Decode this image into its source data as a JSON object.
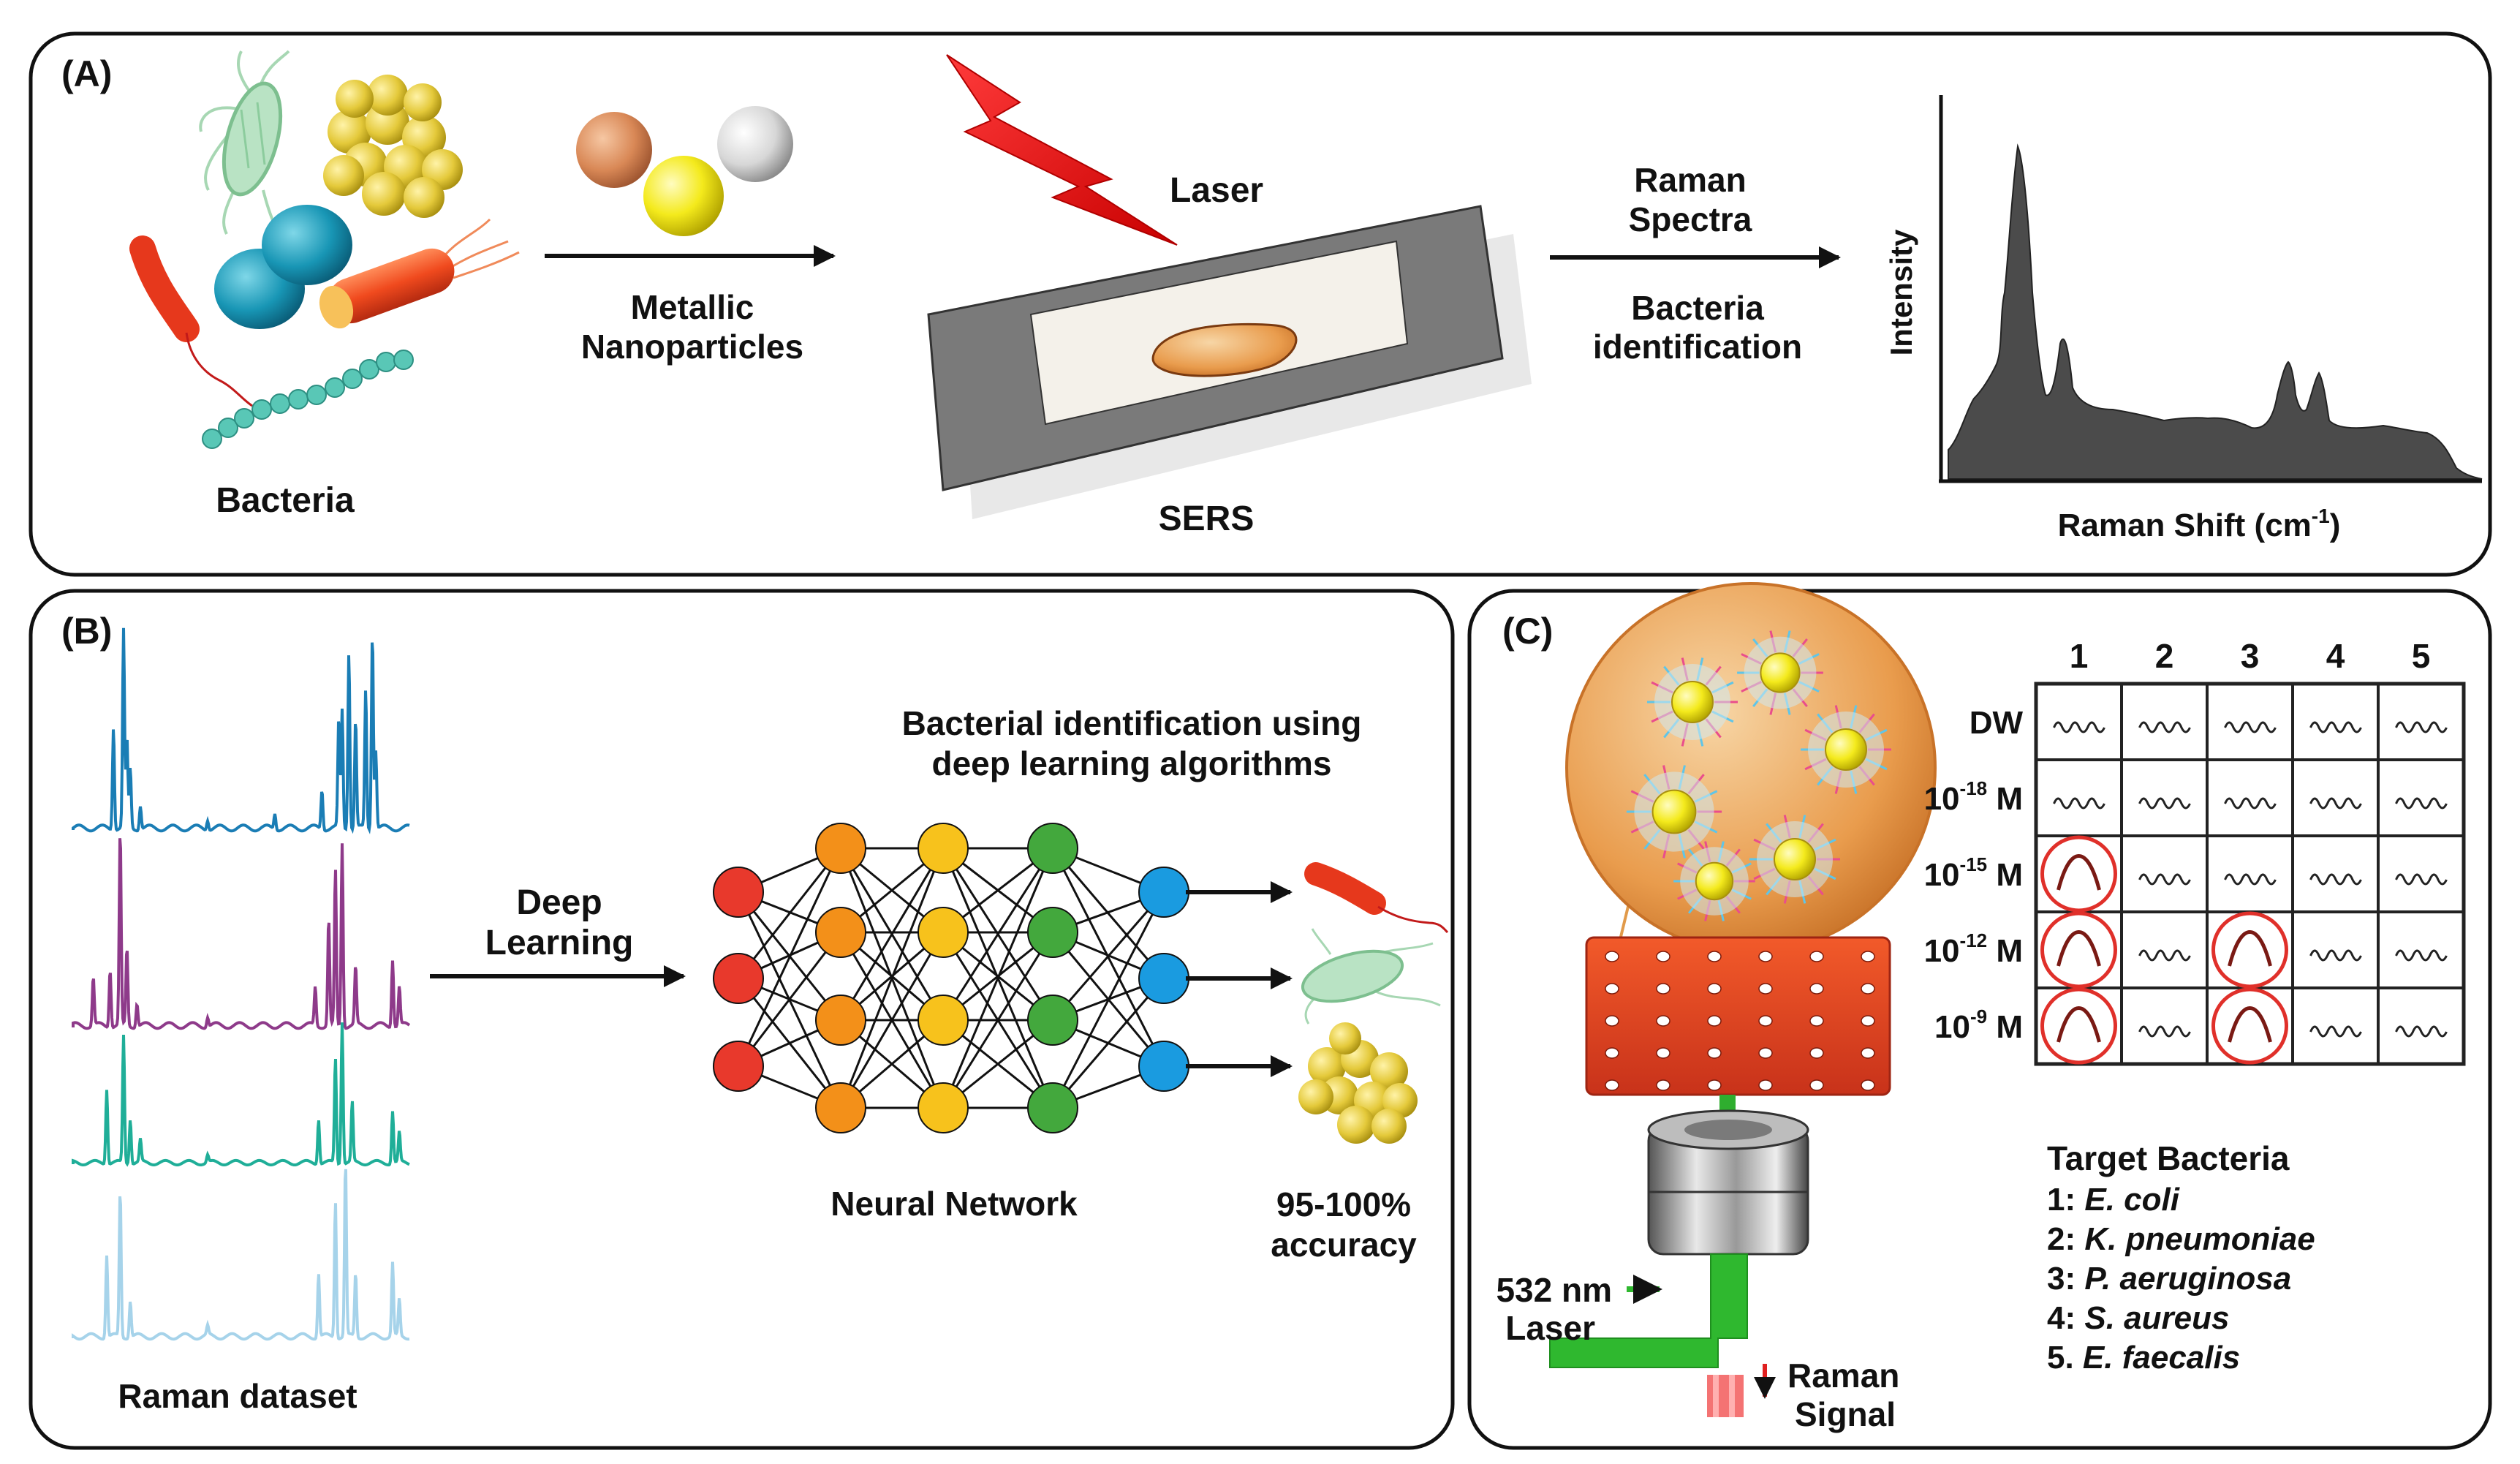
{
  "panels": {
    "a": {
      "label": "(A)",
      "bacteria_label": "Bacteria",
      "arrow1_label_line1": "Metallic",
      "arrow1_label_line2": "Nanoparticles",
      "laser_label": "Laser",
      "sers_label": "SERS",
      "arrow2_top_line1": "Raman",
      "arrow2_top_line2": "Spectra",
      "arrow2_bottom_line1": "Bacteria",
      "arrow2_bottom_line2": "identification",
      "spectrum": {
        "ylabel": "Intensity",
        "xlabel_text": "Raman Shift (cm",
        "xlabel_sup": "-1",
        "xlabel_close": ")"
      }
    },
    "b": {
      "label": "(B)",
      "dataset_label": "Raman dataset",
      "arrow_line1": "Deep",
      "arrow_line2": "Learning",
      "title_line1": "Bacterial identification using",
      "title_line2": "deep learning algorithms",
      "network_label": "Neural Network",
      "accuracy_line1": "95-100%",
      "accuracy_line2": "accuracy",
      "spectra_colors": [
        "#1a7db5",
        "#8e3a8a",
        "#1fae98",
        "#a6d3ea"
      ],
      "layer_colors": [
        "#e8392c",
        "#f39019",
        "#f7c21c",
        "#43a83d",
        "#1a9be0"
      ]
    },
    "c": {
      "label": "(C)",
      "laser_line1": "532 nm",
      "laser_line2": "Laser",
      "signal_line1": "Raman",
      "signal_line2": "Signal",
      "grid": {
        "columns": [
          "1",
          "2",
          "3",
          "4",
          "5"
        ],
        "rows": [
          {
            "base": "DW",
            "exp": "",
            "unit": ""
          },
          {
            "base": "10",
            "exp": "-18",
            "unit": " M"
          },
          {
            "base": "10",
            "exp": "-15",
            "unit": " M"
          },
          {
            "base": "10",
            "exp": "-12",
            "unit": " M"
          },
          {
            "base": "10",
            "exp": "-9",
            "unit": " M"
          }
        ],
        "positive_cells": [
          [
            2,
            0
          ],
          [
            3,
            0
          ],
          [
            3,
            2
          ],
          [
            4,
            0
          ],
          [
            4,
            2
          ]
        ]
      },
      "legend_title": "Target Bacteria",
      "legend": [
        {
          "num": "1: ",
          "name": "E. coli"
        },
        {
          "num": "2: ",
          "name": "K. pneumoniae"
        },
        {
          "num": "3: ",
          "name": "P. aeruginosa"
        },
        {
          "num": "4: ",
          "name": "S. aureus"
        },
        {
          "num": "5. ",
          "name": "E. faecalis"
        }
      ]
    }
  }
}
